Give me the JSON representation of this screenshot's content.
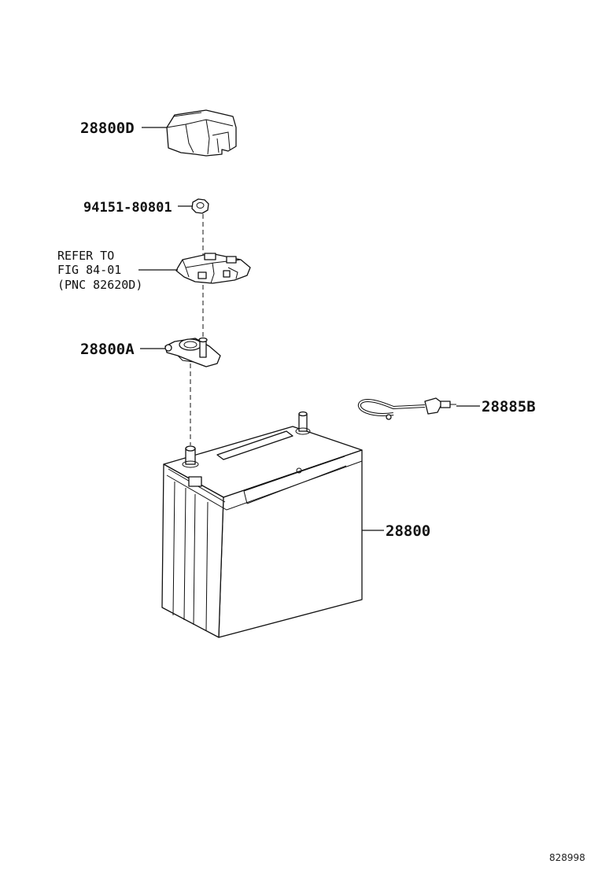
{
  "callouts": {
    "cover": "28800D",
    "nut": "94151-80801",
    "refer_line1": "REFER TO",
    "refer_line2": "FIG 84-01",
    "refer_line3": "(PNC 82620D)",
    "clamp": "28800A",
    "cable": "28885B",
    "battery": "28800"
  },
  "figure_id": "828998"
}
